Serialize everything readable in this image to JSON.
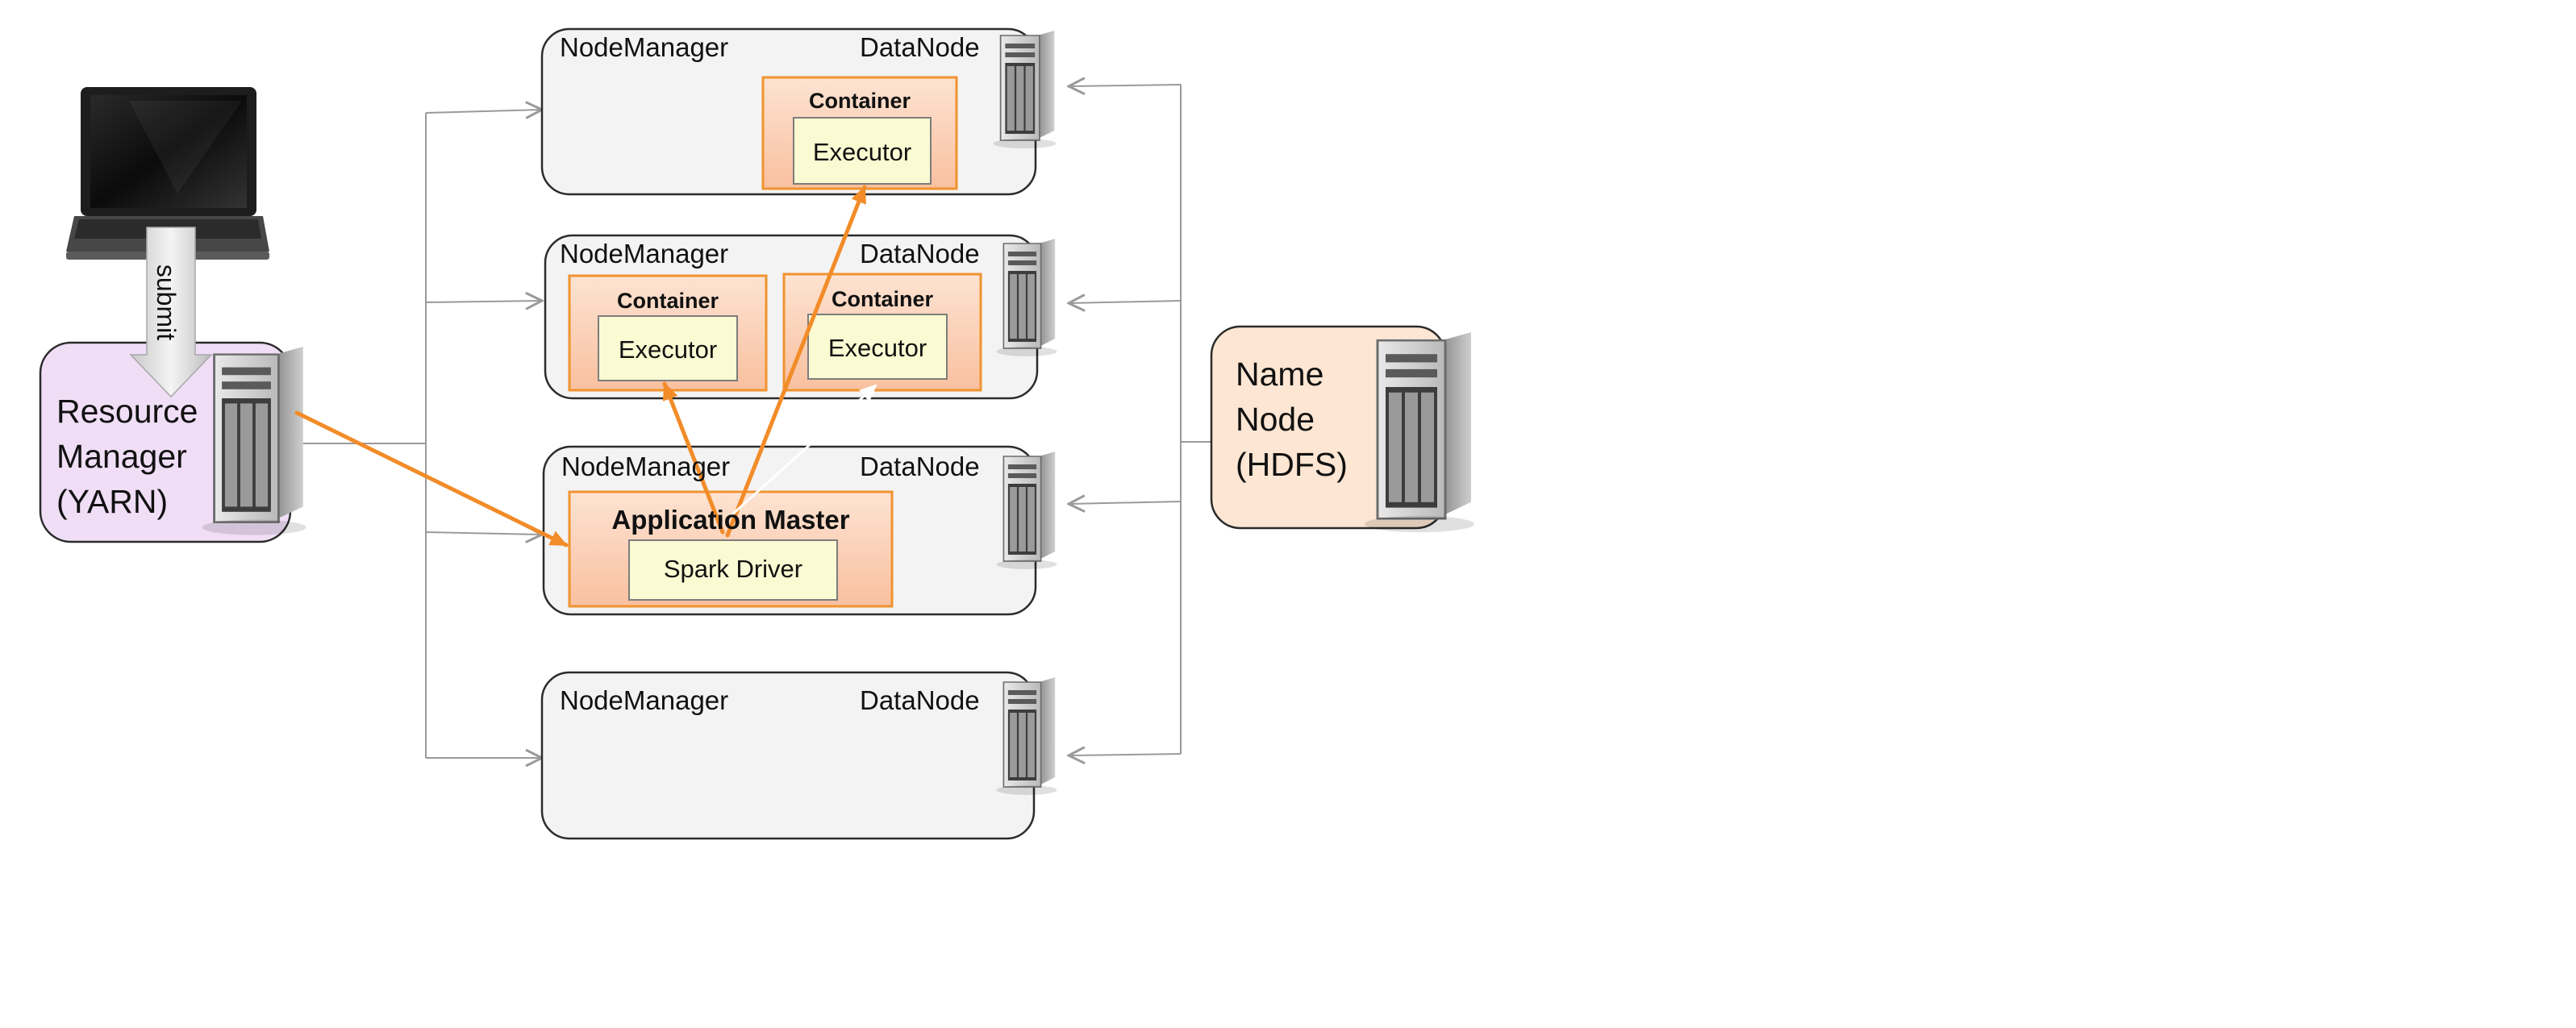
{
  "client": {
    "submit_label": "submit"
  },
  "resource_manager": {
    "label_line1": "Resource",
    "label_line2": "Manager",
    "label_line3": "(YARN)"
  },
  "name_node": {
    "label_line1": "Name",
    "label_line2": "Node",
    "label_line3": "(HDFS)"
  },
  "nodes": [
    {
      "node_manager": "NodeManager",
      "data_node": "DataNode",
      "containers": [
        {
          "title": "Container",
          "inner": "Executor"
        }
      ]
    },
    {
      "node_manager": "NodeManager",
      "data_node": "DataNode",
      "containers": [
        {
          "title": "Container",
          "inner": "Executor"
        },
        {
          "title": "Container",
          "inner": "Executor"
        }
      ]
    },
    {
      "node_manager": "NodeManager",
      "data_node": "DataNode",
      "application_master": {
        "title": "Application Master",
        "inner": "Spark Driver"
      }
    },
    {
      "node_manager": "NodeManager",
      "data_node": "DataNode"
    }
  ],
  "colors": {
    "orange_arrow": "#f28c28",
    "gray_line": "#9a9a9a",
    "node_fill": "#f3f3f3",
    "container_fill": "#fbd6bf",
    "container_stroke": "#f0932f",
    "inner_fill": "#fafbd2",
    "rm_fill": "#f0def6",
    "nn_fill": "#fde6d3"
  }
}
